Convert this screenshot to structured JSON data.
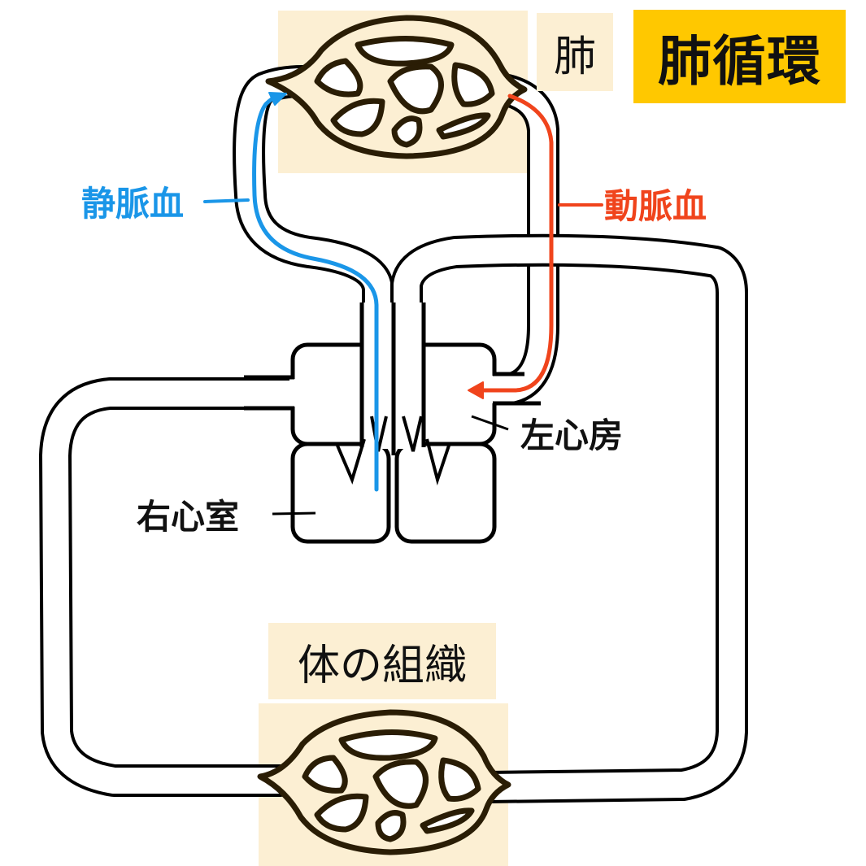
{
  "title": "肺循環",
  "labels": {
    "lung": "肺",
    "tissue": "体の組織",
    "venous_blood": "静脈血",
    "arterial_blood": "動脈血",
    "left_atrium": "左心房",
    "right_ventricle": "右心室"
  },
  "colors": {
    "title_background": "#ffc800",
    "organ_background": "#fcefd3",
    "organ_outline": "#2a1d05",
    "venous_blood": "#1a96e8",
    "arterial_blood": "#f0441c",
    "vessel_outline": "#000000"
  }
}
